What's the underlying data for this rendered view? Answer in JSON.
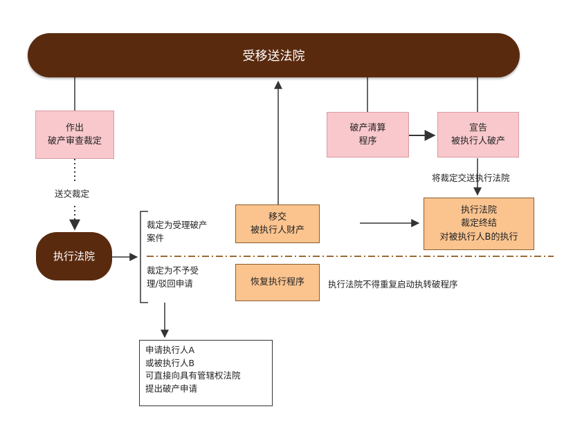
{
  "top_bar": "受移送法院",
  "boxes": {
    "decision": [
      "作出",
      "破产审查裁定"
    ],
    "liquidation": [
      "破产清算",
      "程序"
    ],
    "declare": [
      "宣告",
      "被执行人破产"
    ],
    "transfer": [
      "移交",
      "被执行人财产"
    ],
    "terminate": [
      "执行法院",
      "裁定终结",
      "对被执行人B的执行"
    ],
    "resume": "恢复执行程序"
  },
  "court": "执行法院",
  "labels": {
    "send_ruling": "送交裁定",
    "send_to_court": "将裁定交送执行法院",
    "accept": [
      "裁定为受理破产",
      "案件"
    ],
    "reject": [
      "裁定为不予受",
      "理/驳回申请"
    ],
    "no_repeat": "执行法院不得重复启动执转破程序"
  },
  "applicant_note": [
    "申请执行人A",
    "或被执行人B",
    "可直接向具有管辖权法院",
    "提出破产申请"
  ]
}
